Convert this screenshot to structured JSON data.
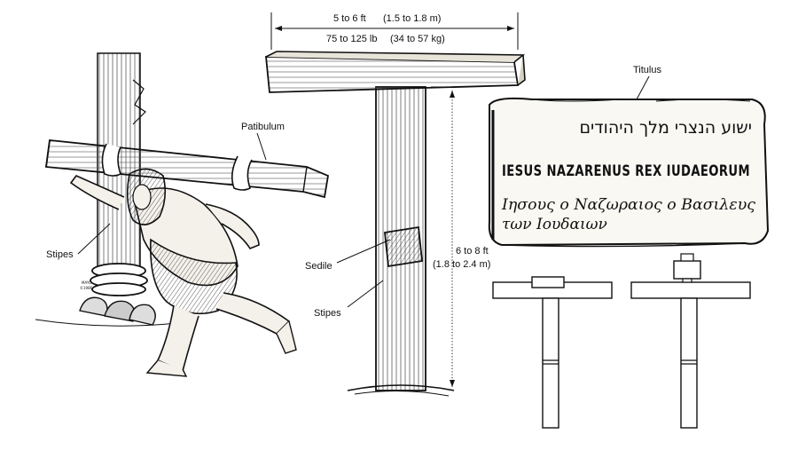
{
  "labels": {
    "patibulum": "Patibulum",
    "stipes_left": "Stipes",
    "stipes_center": "Stipes",
    "sedile": "Sedile",
    "titulus": "Titulus",
    "width_ft": "5 to 6 ft",
    "width_m": "(1.5 to 1.8 m)",
    "weight_lb": "75 to 125 lb",
    "weight_kg": "(34 to 57 kg)",
    "height_ft": "6 to 8 ft",
    "height_m": "(1.8 to 2.4 m)"
  },
  "titulus_lines": {
    "hebrew": "ישוע הנצרי מלך היהודים",
    "latin": "IESUS NAZARENUS REX IUDAEORUM",
    "greek_1": "Iησους ο Ναζωραιος ο Βασιλευς",
    "greek_2": "των Ιουδαιων"
  },
  "signature": {
    "line1": "MAYO",
    "line2": "©1986"
  },
  "colors": {
    "ink": "#111111",
    "wood_fill": "#e9e4da",
    "paper": "#ffffff"
  }
}
